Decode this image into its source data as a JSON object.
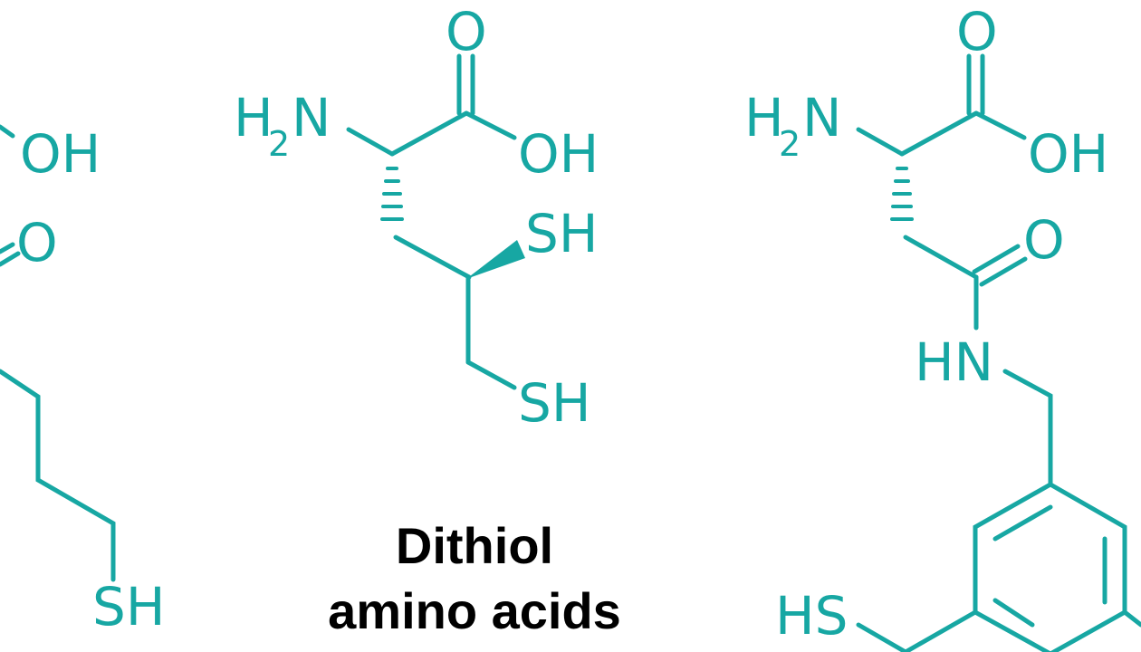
{
  "colors": {
    "structure": "#17a7a3",
    "caption": "#000000",
    "background": "#ffffff"
  },
  "caption": {
    "line1": "Dithiol",
    "line2": "amino acids"
  },
  "left_molecule": {
    "labels": {
      "hydroxyl": "OH",
      "carbonyl_o": "O",
      "thiol": "SH"
    }
  },
  "middle_molecule": {
    "labels": {
      "amine_h": "H",
      "amine_sub": "2",
      "amine_n": "N",
      "carbonyl_o": "O",
      "hydroxyl": "OH",
      "thiol_top": "SH",
      "thiol_bottom": "SH"
    }
  },
  "right_molecule": {
    "labels": {
      "amine_h": "H",
      "amine_sub": "2",
      "amine_n": "N",
      "carbonyl_o": "O",
      "hydroxyl": "OH",
      "amide_o": "O",
      "amide_nh": "HN",
      "thiol": "HS"
    }
  }
}
